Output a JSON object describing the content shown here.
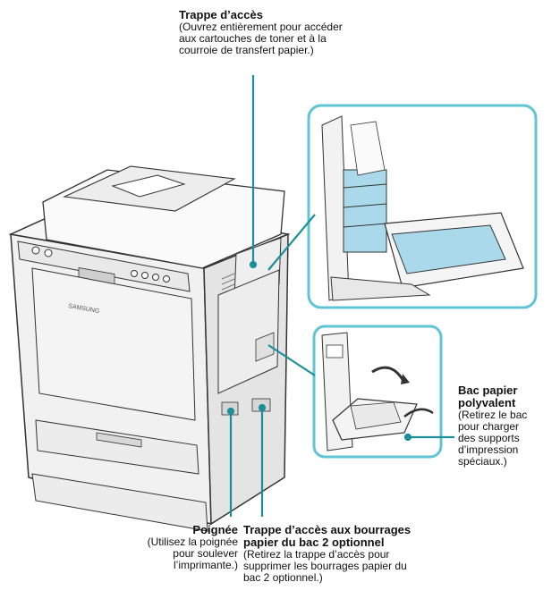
{
  "callouts": {
    "access_door": {
      "title": "Trappe d’accès",
      "desc_lines": [
        "(Ouvrez entièrement pour accéder",
        "aux cartouches de toner et à la",
        "courroie de transfert papier.)"
      ]
    },
    "mp_tray": {
      "title_lines": [
        "Bac papier",
        "polyvalent"
      ],
      "desc_lines": [
        "(Retirez le bac",
        "pour charger",
        "des supports",
        "d’impression",
        "spéciaux.)"
      ]
    },
    "handle": {
      "title": "Poignée",
      "desc_lines": [
        "(Utilisez la poignée",
        "pour soulever",
        "l’imprimante.)"
      ]
    },
    "jam_door": {
      "title_lines": [
        "Trappe d’accès aux bourrages",
        "papier du bac 2 optionnel"
      ],
      "desc_lines": [
        "(Retirez la trappe d’accès pour",
        "supprimer les bourrages papier du",
        "bac 2 optionnel.)"
      ]
    }
  },
  "brand_label": "SAMSUNG",
  "colors": {
    "leader": "#1a8f9a",
    "inset_border": "#5fc4d6",
    "line": "#333333",
    "blue_part": "#a9d9ea"
  }
}
